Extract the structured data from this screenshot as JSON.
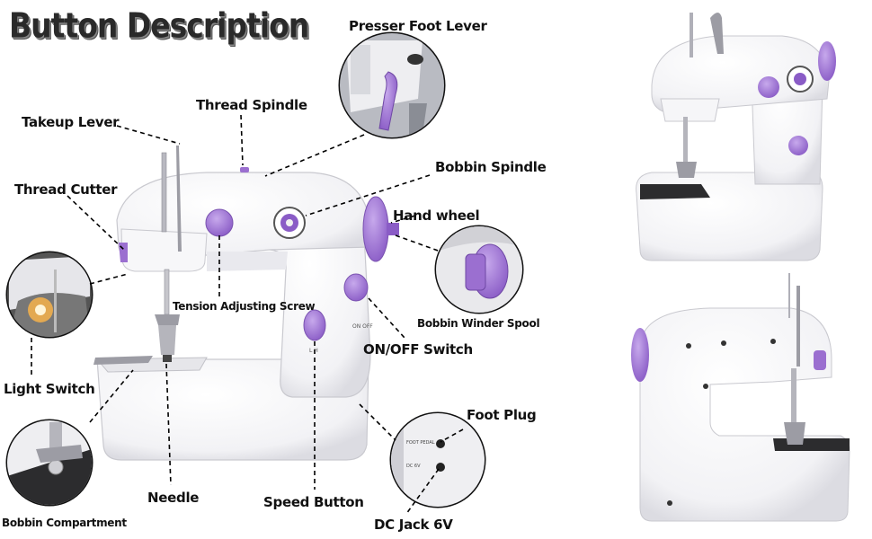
{
  "title": "Button Description",
  "labels": {
    "presser_foot_lever": "Presser Foot Lever",
    "thread_spindle": "Thread Spindle",
    "takeup_lever": "Takeup Lever",
    "bobbin_spindle": "Bobbin Spindle",
    "thread_cutter": "Thread Cutter",
    "hand_wheel": "Hand wheel",
    "tension_adjusting_screw": "Tension Adjusting Screw",
    "bobbin_winder_spool": "Bobbin Winder Spool",
    "on_off_switch": "ON/OFF Switch",
    "light_switch": "Light Switch",
    "foot_plug": "Foot Plug",
    "needle": "Needle",
    "speed_button": "Speed Button",
    "dc_jack": "DC Jack 6V",
    "bobbin_compartment": "Bobbin Compartment"
  },
  "colors": {
    "accent": "#9b6fd0",
    "body": "#f4f4f6",
    "shadow": "#d9d9de",
    "dark": "#222222"
  }
}
